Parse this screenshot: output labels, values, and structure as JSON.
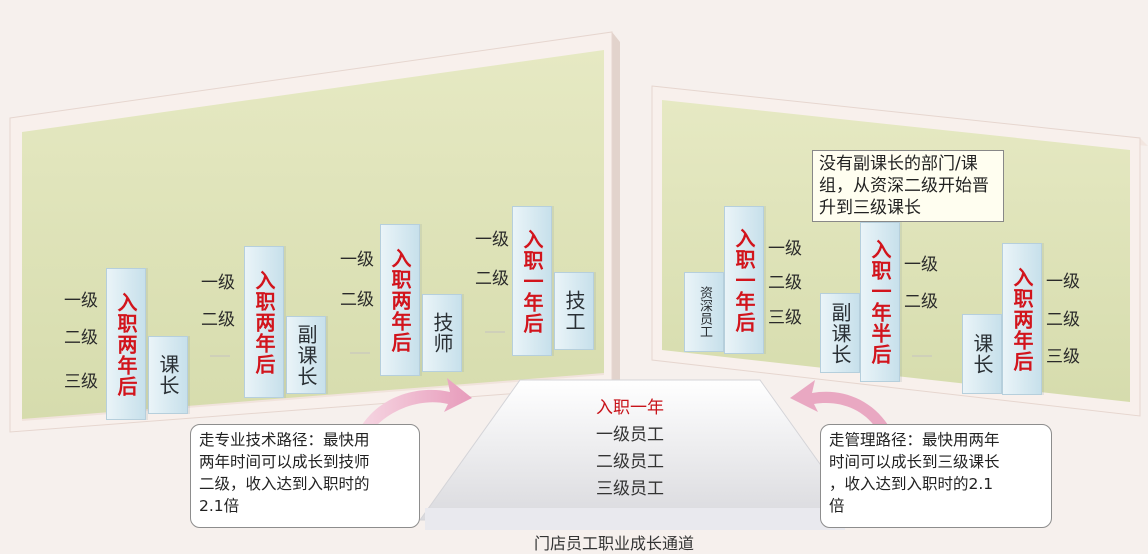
{
  "caption": "门店员工职业成长通道",
  "center": {
    "title": "入职一年",
    "lines": [
      "一级员工",
      "二级员工",
      "三级员工"
    ]
  },
  "left_callout": {
    "lines": [
      "走专业技术路径：最快用",
      "两年时间可以成长到技师",
      "二级，收入达到入职时的",
      "2.1倍"
    ]
  },
  "right_callout": {
    "lines": [
      "走管理路径：最快用两年",
      "时间可以成长到三级课长",
      "，收入达到入职时的2.1",
      "倍"
    ]
  },
  "right_note": {
    "lines": [
      "没有副课长的部门/课",
      "组，从资深二级开始晋",
      "升到三级课长"
    ]
  },
  "levels": [
    "一级",
    "二级",
    "三级"
  ],
  "left_columns": [
    {
      "text": "入职两年后",
      "style": "red"
    },
    {
      "text": "课长",
      "style": "dark"
    },
    {
      "text": "入职两年后",
      "style": "red"
    },
    {
      "text": "副课长",
      "style": "dark"
    },
    {
      "text": "入职两年后",
      "style": "red"
    },
    {
      "text": "技师",
      "style": "dark"
    },
    {
      "text": "入职一年后",
      "style": "red"
    },
    {
      "text": "技工",
      "style": "dark"
    }
  ],
  "right_columns": [
    {
      "text": "资深员工",
      "style": "dark"
    },
    {
      "text": "入职一年后",
      "style": "red"
    },
    {
      "text": "副课长",
      "style": "dark"
    },
    {
      "text": "入职一年半后",
      "style": "red"
    },
    {
      "text": "课长",
      "style": "dark"
    },
    {
      "text": "入职两年后",
      "style": "red"
    }
  ],
  "colors": {
    "board": "#dfe3b4",
    "frame": "#f7eee9",
    "accent_red": "#d2141c",
    "column": "#c7e0eb",
    "arrow": "#e9a8c2"
  }
}
